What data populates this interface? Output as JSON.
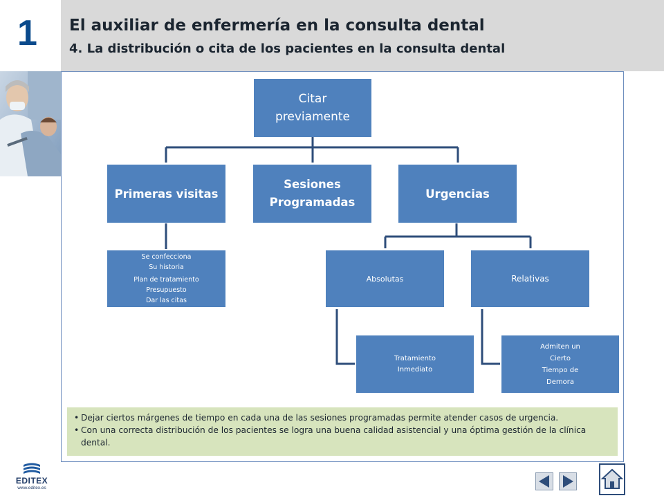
{
  "header": {
    "unit_number": "1",
    "title": "El auxiliar de enfermería en la consulta dental",
    "subtitle": "4. La distribución o cita de los pacientes en la consulta dental"
  },
  "diagram": {
    "root": [
      "Citar",
      "previamente"
    ],
    "primeras": "Primeras visitas",
    "sesiones": [
      "Sesiones",
      "Programadas"
    ],
    "urgencias": "Urgencias",
    "primeras_detail": [
      "Se confecciona",
      "Su historia",
      "Plan de tratamiento",
      "Presupuesto",
      "Dar las citas"
    ],
    "absolutas": "Absolutas",
    "relativas": "Relativas",
    "tratamiento": [
      "Tratamiento",
      "Inmediato"
    ],
    "admiten": [
      "Admiten un",
      "Cierto",
      "Tiempo de",
      "Demora"
    ]
  },
  "notes": [
    "Dejar ciertos márgenes de tiempo en cada una de las sesiones programadas permite atender casos de urgencia.",
    "Con una correcta distribución de los pacientes se logra una buena calidad asistencial y una óptima gestión de la clínica dental."
  ],
  "logo": {
    "brand": "EDITEX",
    "url": "www.editex.es"
  },
  "colors": {
    "box": "#4f81bd",
    "connector": "#2e4d7a",
    "note_bg": "#d7e4bd",
    "unit_number": "#0a4a8c",
    "header_bg": "#d9d9d9"
  },
  "icons": {
    "prev": "triangle-left-icon",
    "next": "triangle-right-icon",
    "home": "home-icon"
  }
}
